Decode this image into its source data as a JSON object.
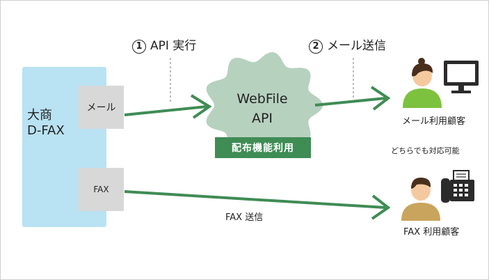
{
  "source": {
    "line1": "大商",
    "line2": "D-FAX"
  },
  "ports": {
    "mail": "メール",
    "fax": "FAX"
  },
  "steps": [
    {
      "num": "1",
      "label": "API 実行"
    },
    {
      "num": "2",
      "label": "メール送信"
    }
  ],
  "api": {
    "line1": "WebFile",
    "line2": "API",
    "badge": "配布機能利用"
  },
  "customers": {
    "mail": "メール利用顧客",
    "either": "どちらでも対応可能",
    "fax": "FAX 利用顧客"
  },
  "fax_route": "FAX 送信",
  "colors": {
    "panel": "#b9e2f3",
    "port": "#d8d8d8",
    "arrow": "#3f8c55",
    "cloud": "#b7d1bf",
    "badge": "#3f8c55",
    "person_skin": "#f5c9a0",
    "person_hair": "#4a2e1c",
    "mail_person_body": "#7dc23e",
    "fax_person_body": "#c9a45d",
    "device": "#2b2b2b"
  },
  "icons": {
    "folder": "folder-icon",
    "documents": "document-icon",
    "mail_person": "person-icon",
    "monitor": "monitor-icon",
    "fax_person": "person-icon",
    "fax_machine": "fax-machine-icon"
  }
}
